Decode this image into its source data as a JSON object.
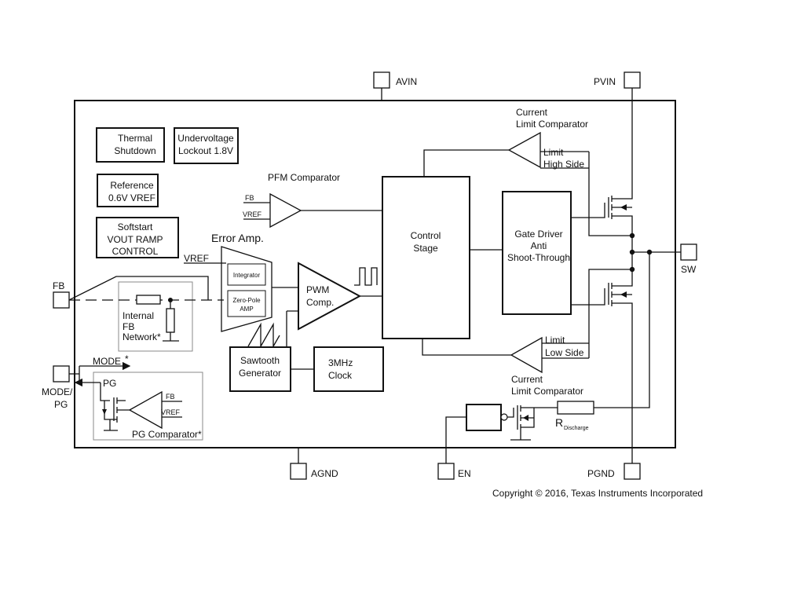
{
  "pins": {
    "avin": "AVIN",
    "pvin": "PVIN",
    "fb": "FB",
    "sw": "SW",
    "mode_pg_line1": "MODE/",
    "mode_pg_line2": "PG",
    "agnd": "AGND",
    "en": "EN",
    "pgnd": "PGND"
  },
  "blocks": {
    "thermal_line1": "Thermal",
    "thermal_line2": "Shutdown",
    "uvlo_line1": "Undervoltage",
    "uvlo_line2": "Lockout 1.8V",
    "reference_line1": "Reference",
    "reference_line2": "0.6V VREF",
    "softstart_line1": "Softstart",
    "softstart_line2": "VOUT RAMP",
    "softstart_line3": "CONTROL",
    "control_line1": "Control",
    "control_line2": "Stage",
    "gate_line1": "Gate Driver",
    "gate_line2": "Anti",
    "gate_line3": "Shoot-Through",
    "sawtooth_line1": "Sawtooth",
    "sawtooth_line2": "Generator",
    "clock_line1": "3MHz",
    "clock_line2": "Clock"
  },
  "labels": {
    "pfm_comparator": "PFM Comparator",
    "pfm_fb": "FB",
    "pfm_vref": "VREF",
    "error_amp": "Error Amp.",
    "ea_vref": "VREF",
    "integrator": "Integrator",
    "zero_pole_line1": "Zero-Pole",
    "zero_pole_line2": "AMP",
    "pwm_line1": "PWM",
    "pwm_line2": "Comp.",
    "cl_top_line1": "Current",
    "cl_top_line2": "Limit Comparator",
    "limit_high_line1": "Limit",
    "limit_high_line2": "High Side",
    "cl_bot_line1": "Current",
    "cl_bot_line2": "Limit Comparator",
    "limit_low_line1": "Limit",
    "limit_low_line2": "Low Side",
    "fb_network_line1": "Internal",
    "fb_network_line2": "FB",
    "fb_network_line3": "Network*",
    "mode": "MODE",
    "mode_star": "*",
    "pg": "PG",
    "pgc_fb": "FB",
    "pgc_vref": "VREF",
    "pg_comparator": "PG Comparator*",
    "r_discharge_main": "R",
    "r_discharge_sub": "Discharge",
    "copyright": "Copyright © 2016, Texas Instruments Incorporated"
  }
}
